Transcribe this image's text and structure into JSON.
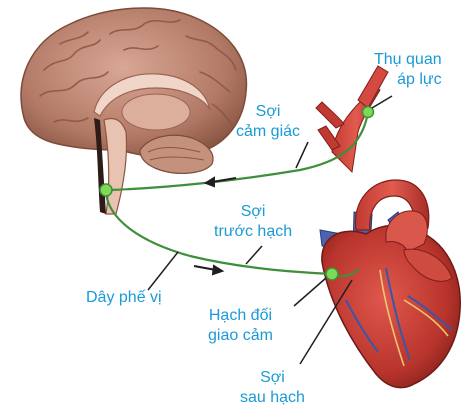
{
  "labels": {
    "baroreceptor_line1": "Thụ quan",
    "baroreceptor_line2": "áp lực",
    "sensory_line1": "Sợi",
    "sensory_line2": "cảm giác",
    "preganglionic_line1": "Sợi",
    "preganglionic_line2": "trước hạch",
    "vagus": "Dây phế vị",
    "ganglion_line1": "Hạch đối",
    "ganglion_line2": "giao cảm",
    "postganglionic_line1": "Sợi",
    "postganglionic_line2": "sau hạch"
  },
  "colors": {
    "label_text": "#1a9ad6",
    "nerve": "#3f8f3a",
    "node": "#7ed957",
    "brain": "#b27a66",
    "heart": "#b8342c",
    "vessel_blue": "#4b63b0"
  }
}
